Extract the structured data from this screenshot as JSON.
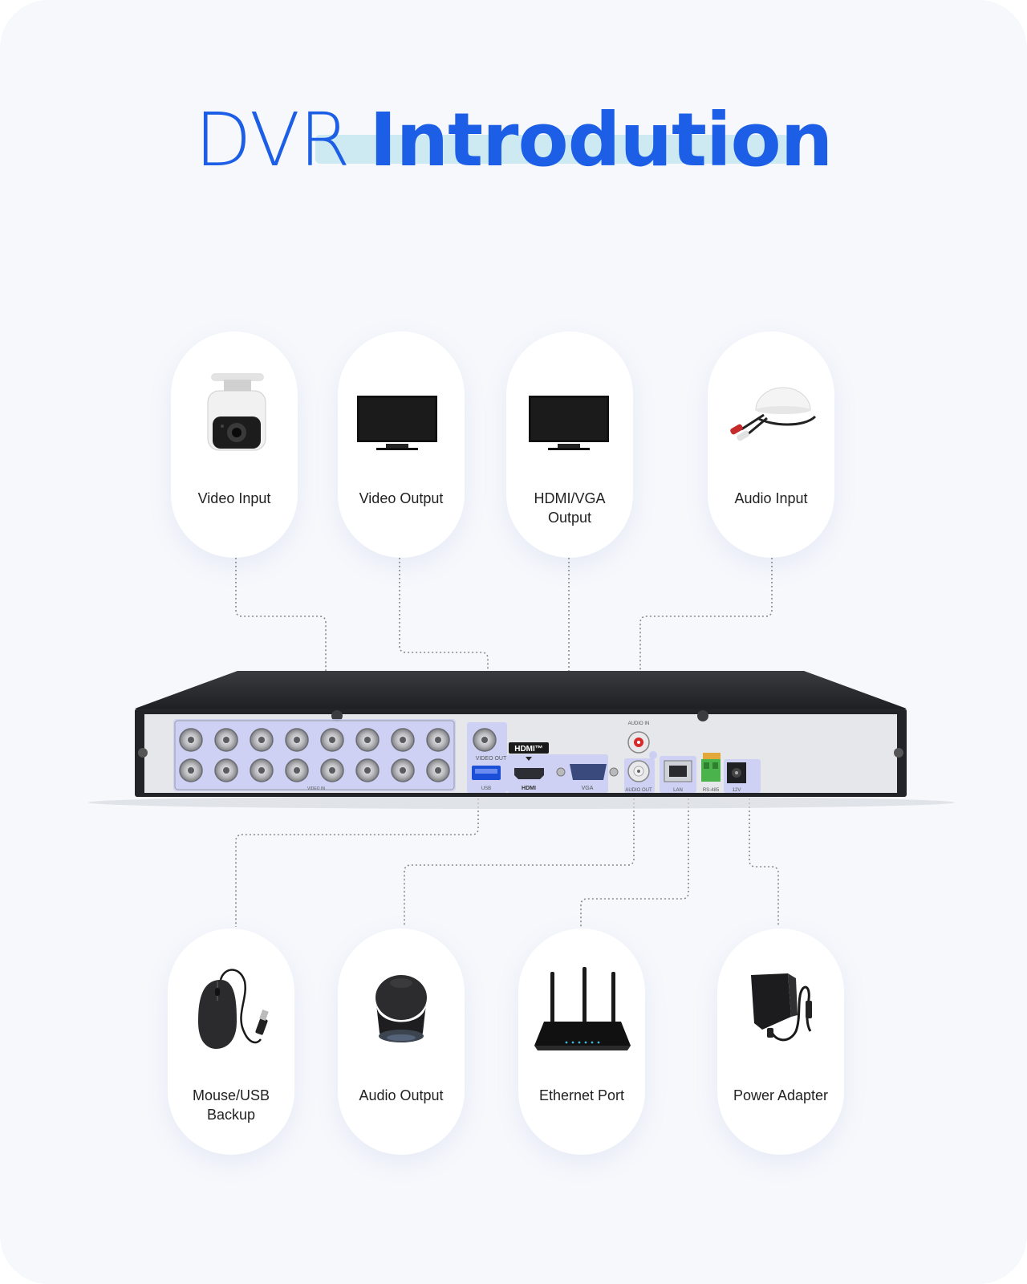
{
  "title": {
    "part1": "DVR",
    "part2": "Introdution"
  },
  "top_cards": [
    {
      "label": "Video Input",
      "icon": "bullet-camera-icon"
    },
    {
      "label": "Video Output",
      "icon": "monitor-icon"
    },
    {
      "label": "HDMI/VGA\nOutput",
      "icon": "monitor-icon"
    },
    {
      "label": "Audio Input",
      "icon": "microphone-icon"
    }
  ],
  "bottom_cards": [
    {
      "label": "Mouse/USB\nBackup",
      "icon": "mouse-icon"
    },
    {
      "label": "Audio Output",
      "icon": "speaker-icon"
    },
    {
      "label": "Ethernet Port",
      "icon": "router-icon"
    },
    {
      "label": "Power Adapter",
      "icon": "power-adapter-icon"
    }
  ],
  "dvr_panel": {
    "video_in_label": "VIDEO IN",
    "video_out_label": "VIDEO OUT",
    "hdmi_logo": "HDMI™",
    "hdmi_label": "HDMI",
    "vga_label": "VGA",
    "audio_in_label": "AUDIO IN",
    "audio_out_label": "AUDIO OUT",
    "lan_label": "LAN",
    "rs485_label": "RS-485",
    "power_label": "12V",
    "usb_label": "USB"
  },
  "colors": {
    "brand_blue": "#1c5fe6",
    "highlight": "#cdeaf3",
    "port_highlight": "#c9ccf5",
    "dvr_body": "#2a2b2e",
    "dvr_panel": "#e8e9ec"
  }
}
